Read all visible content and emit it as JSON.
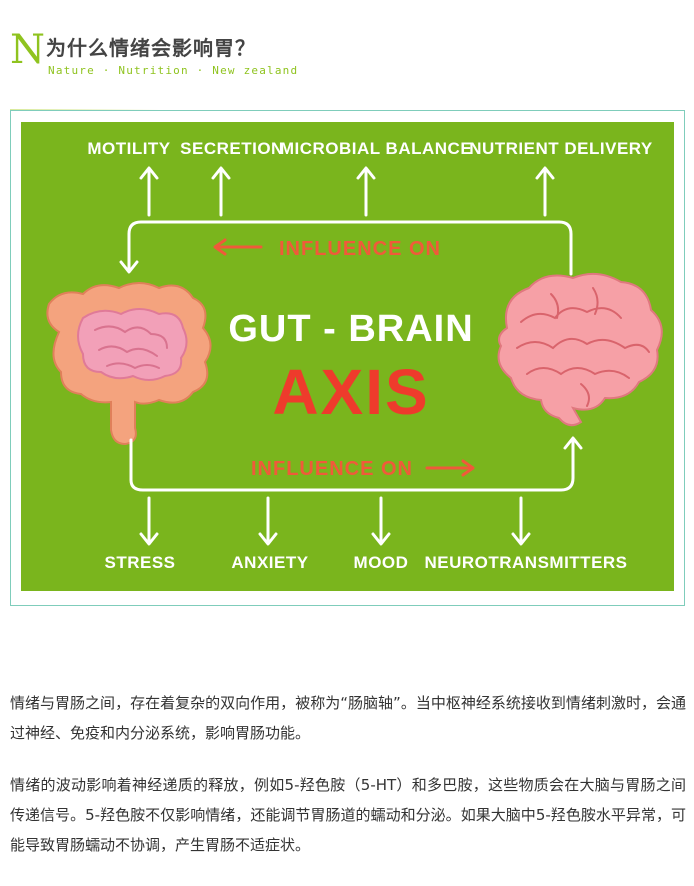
{
  "header": {
    "letter": "N",
    "title": "为什么情绪会影响胃？",
    "subtitle": "Nature · Nutrition · New zealand"
  },
  "figure": {
    "top_labels": [
      "MOTILITY",
      "SECRETION",
      "MICROBIAL BALANCE",
      "NUTRIENT DELIVERY"
    ],
    "influence_top": "INFLUENCE ON",
    "title_line1": "GUT - BRAIN",
    "title_line2": "AXIS",
    "influence_bottom": "INFLUENCE ON",
    "bottom_labels": [
      "STRESS",
      "ANXIETY",
      "MOOD",
      "NEUROTRANSMITTERS"
    ],
    "colors": {
      "background": "#7ab51d",
      "accent_red": "#ee3b2c",
      "frame_border": "#7fcdbb"
    }
  },
  "paragraphs": [
    "情绪与胃肠之间，存在着复杂的双向作用，被称为“肠脑轴”。当中枢神经系统接收到情绪刺激时，会通过神经、免疫和内分泌系统，影响胃肠功能。",
    "情绪的波动影响着神经递质的释放，例如5-羟色胺（5-HT）和多巴胺，这些物质会在大脑与胃肠之间传递信号。5-羟色胺不仅影响情绪，还能调节胃肠道的蠕动和分泌。如果大脑中5-羟色胺水平异常，可能导致胃肠蠕动不协调，产生胃肠不适症状。"
  ]
}
